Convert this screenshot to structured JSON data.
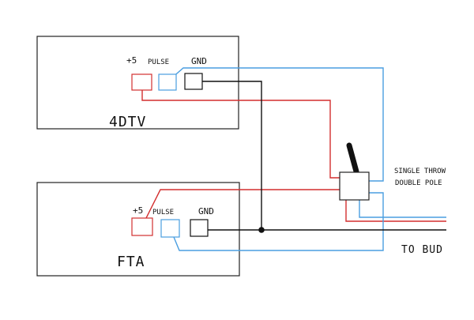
{
  "colors": {
    "positive": "#d32f2f",
    "pulse": "#4a9ee0",
    "ground": "#111111",
    "outline": "#222222"
  },
  "units": {
    "top": {
      "name": "4DTV",
      "terminals": {
        "plus": "+5",
        "pulse": "PULSE",
        "gnd": "GND"
      }
    },
    "bottom": {
      "name": "FTA",
      "terminals": {
        "plus": "+5",
        "pulse": "PULSE",
        "gnd": "GND"
      }
    }
  },
  "switch": {
    "label_line1": "SINGLE THROW",
    "label_line2": "DOUBLE POLE"
  },
  "output": {
    "label": "TO BUD"
  }
}
